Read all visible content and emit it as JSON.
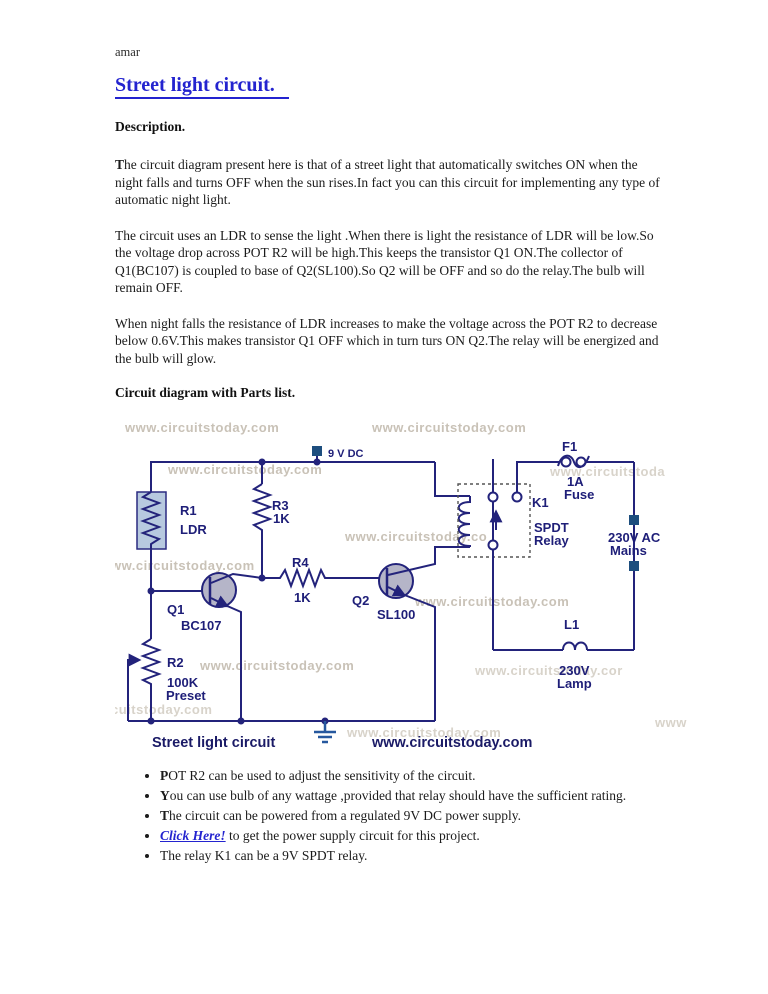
{
  "doc": {
    "author": "amar",
    "title": "Street light circuit.",
    "description_heading": "Description.",
    "paragraphs": [
      {
        "lead": "T",
        "rest": "he circuit diagram present here is that of a street light that automatically switches ON when the night falls and turns OFF when the sun rises.In fact you can this circuit for implementing any type of automatic night light."
      },
      {
        "lead": "",
        "rest": "The circuit uses an LDR to sense the light .When there is light the resistance of LDR will be low.So the voltage drop across POT R2 will be high.This keeps the transistor Q1 ON.The collector of Q1(BC107) is coupled to base of Q2(SL100).So Q2 will be OFF and so do the relay.The bulb will remain OFF."
      },
      {
        "lead": "",
        "rest": "When night falls the resistance of LDR increases to make the voltage across the POT R2 to decrease below 0.6V.This makes transistor Q1 OFF which in turn turs ON Q2.The relay will be energized and the bulb will glow."
      }
    ],
    "diagram_heading": "Circuit diagram with Parts list.",
    "notes": [
      {
        "lead": "P",
        "rest": "OT R2 can be used to adjust the sensitivity of the circuit."
      },
      {
        "lead": "Y",
        "rest": "ou can use bulb of any wattage ,provided that relay should have the sufficient rating."
      },
      {
        "lead": "T",
        "rest": "he circuit can be powered from a regulated 9V DC power supply."
      },
      {
        "link": "Click Here!",
        "rest": " to get the power supply circuit for this project."
      },
      {
        "lead": "",
        "rest": "The relay K1 can be a 9V SPDT relay."
      }
    ]
  },
  "diagram": {
    "labels": {
      "supply": "9 V DC",
      "r1": "R1",
      "r1_value": "LDR",
      "r3": "R3",
      "r3_value": "1K",
      "r4": "R4",
      "r4_value": "1K",
      "q1": "Q1",
      "q1_value": "BC107",
      "q2": "Q2",
      "q2_value": "SL100",
      "r2": "R2",
      "r2_value": "100K",
      "r2_type": "Preset",
      "f1": "F1",
      "f1_current": "1A",
      "f1_type": "Fuse",
      "k1": "K1",
      "k1_type1": "SPDT",
      "k1_type2": "Relay",
      "mains_line1": "230V AC",
      "mains_line2": "Mains",
      "l1": "L1",
      "l1_value": "230V",
      "l1_type": "Lamp",
      "caption": "Street light circuit",
      "site": "www.circuitstoday.com"
    },
    "watermarks": [
      "www.circuitstoday.com",
      "www.circuitstoday.com",
      "www.circuitstoday.com",
      "www.circuitstoda",
      "www.circuitstoday.co",
      "ww.circuitstoday.com",
      "www.circuitstoday.com",
      "www.circuitstoday.com",
      "www.circuitstoday.cor",
      "cuitstoday.com",
      "www.circuitstoday.com",
      "www"
    ]
  },
  "colors": {
    "accent_blue": "#2323cf",
    "circuit_navy": "#23237b",
    "label_navy": "#1e1e78",
    "watermark_gray": "#c9c2b7",
    "terminal_teal": "#1d4e7e",
    "transistor_fill": "#b5b5c8",
    "ldr_fill": "#b7c9df"
  }
}
